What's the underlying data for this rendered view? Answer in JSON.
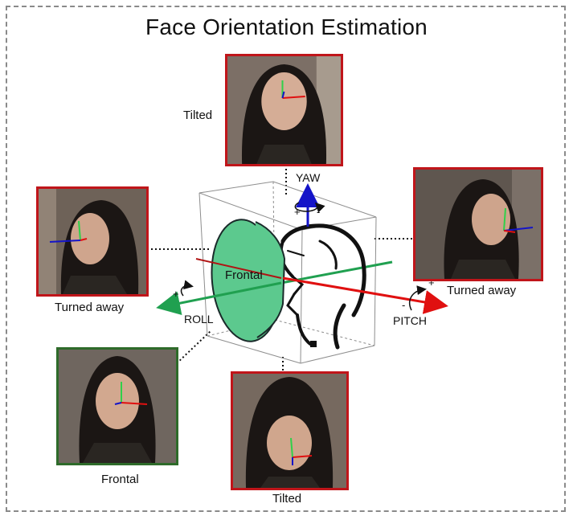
{
  "title": "Face Orientation Estimation",
  "photos": {
    "top": {
      "caption": "Tilted",
      "border": "#c0151a"
    },
    "left": {
      "caption": "Turned away",
      "border": "#c0151a"
    },
    "right": {
      "caption": "Turned away",
      "border": "#c0151a"
    },
    "bottom_left": {
      "caption": "Frontal",
      "border": "#2e6b2a"
    },
    "bottom_center": {
      "caption": "Tilted",
      "border": "#c0151a"
    }
  },
  "diagram": {
    "frontal_label": "Frontal",
    "yaw_label": "YAW",
    "pitch_label": "PITCH",
    "roll_label": "ROLL",
    "plus_sign": "+",
    "minus_sign": "-"
  },
  "colors": {
    "yaw_axis": "#1414c8",
    "pitch_axis": "#e01010",
    "roll_axis": "#20a050",
    "frontal_plane": "#5cc98e",
    "frame_dash": "#8a8a8a"
  }
}
